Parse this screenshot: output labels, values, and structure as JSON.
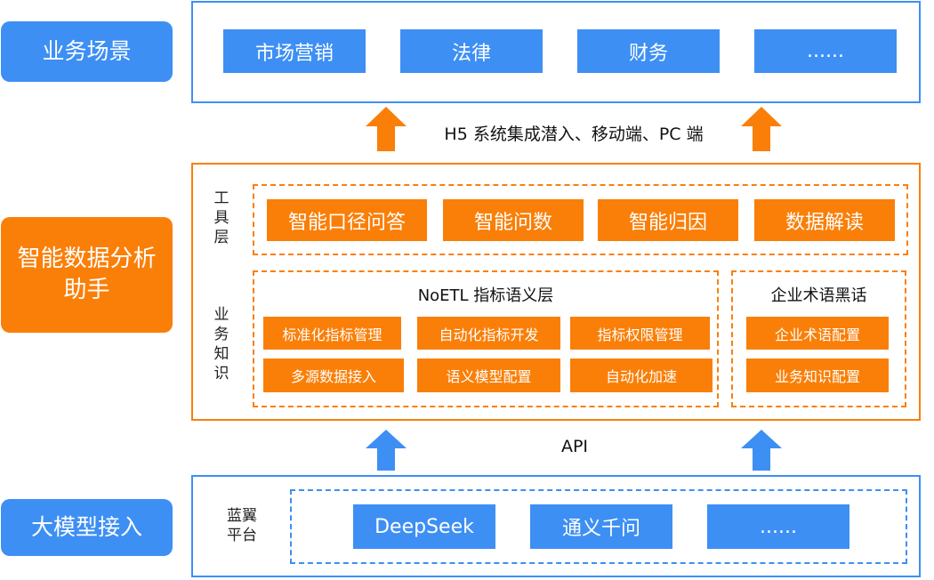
{
  "colors": {
    "blue": "#3d8ff4",
    "orange": "#fa7f08"
  },
  "scenario": {
    "label": "业务场景",
    "items": [
      "市场营销",
      "法律",
      "财务",
      "......"
    ]
  },
  "integration_caption": "H5 系统集成潜入、移动端、PC 端",
  "assistant": {
    "label": "智能数据分析助手",
    "tool_layer_label": "工具层",
    "tools": [
      "智能口径问答",
      "智能问数",
      "智能归因",
      "数据解读"
    ],
    "knowledge_label": "业务知识",
    "noetl": {
      "title": "NoETL 指标语义层",
      "items": [
        "标准化指标管理",
        "自动化指标开发",
        "指标权限管理",
        "多源数据接入",
        "语义模型配置",
        "自动化加速"
      ]
    },
    "glossary": {
      "title": "企业术语黑话",
      "items": [
        "企业术语配置",
        "业务知识配置"
      ]
    }
  },
  "api_caption": "API",
  "llm": {
    "label": "大模型接入",
    "platform_label": "蓝翼平台",
    "items": [
      "DeepSeek",
      "通义千问",
      "......"
    ]
  }
}
